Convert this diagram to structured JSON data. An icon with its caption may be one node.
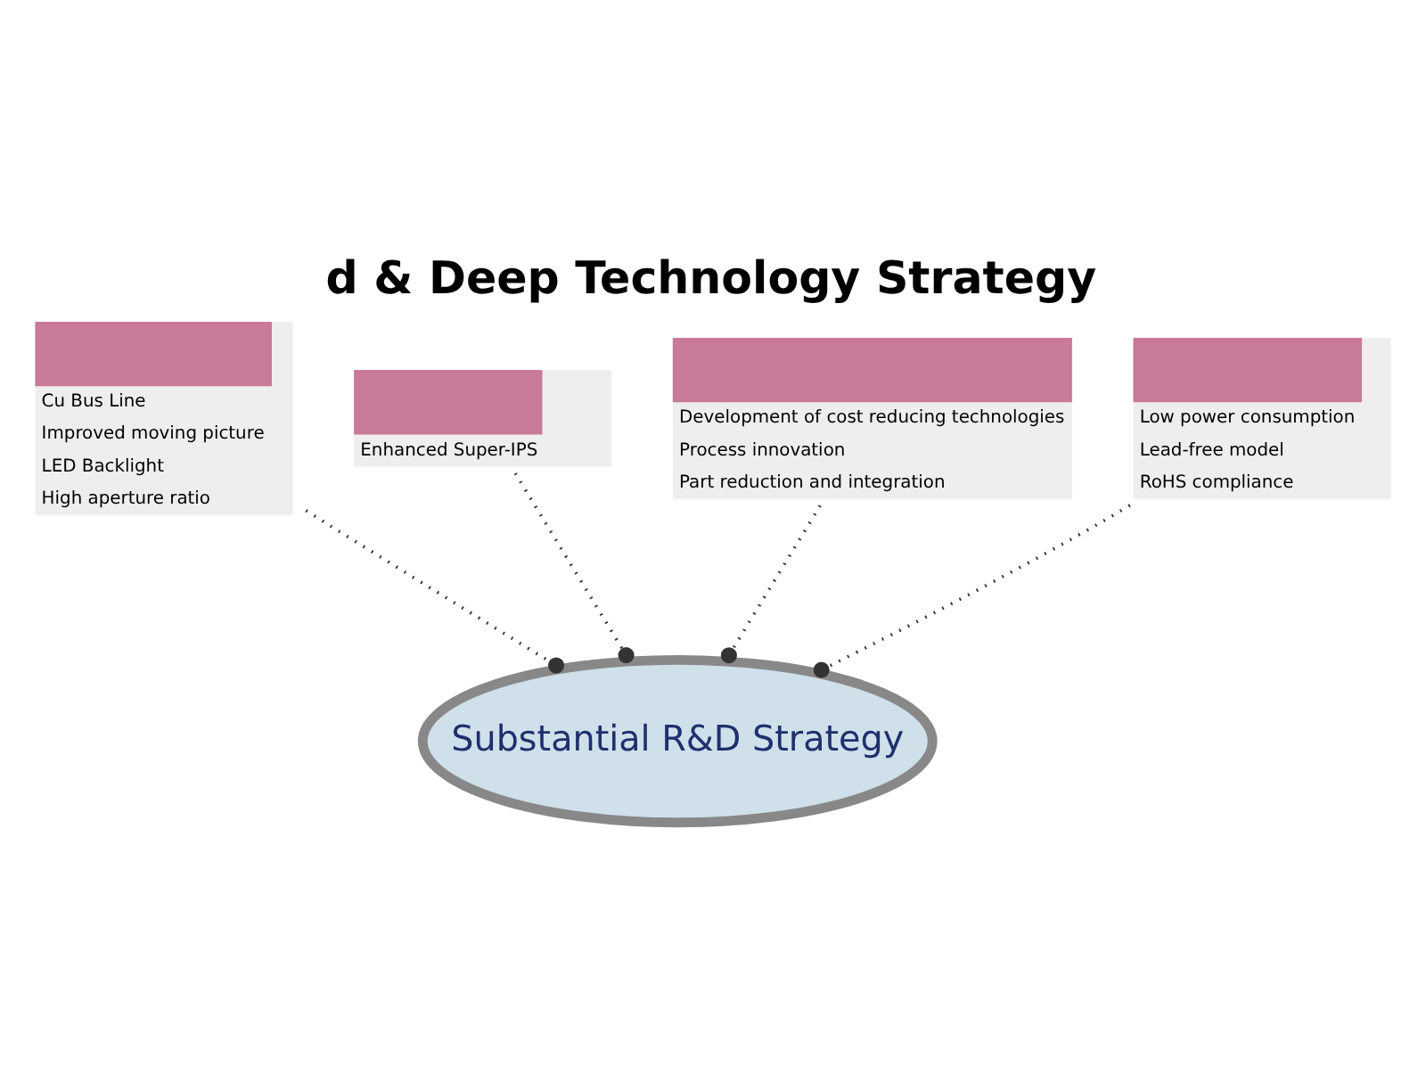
{
  "diagram": {
    "title": "d & Deep Technology Strategy",
    "nodes": [
      {
        "text": [
          "Cu Bus Line",
          "Improved moving picture",
          "LED Backlight",
          "High aperture ratio"
        ]
      },
      {
        "text": [
          "Enhanced Super-IPS"
        ]
      },
      {
        "text": [
          "Development of cost reducing technologies",
          "Process innovation",
          "Part reduction and integration"
        ]
      },
      {
        "text": [
          "Low power consumption",
          "Lead-free model",
          "RoHS compliance"
        ]
      },
      {
        "text": [
          "Substantial R&D Strategy"
        ]
      }
    ],
    "edges": [
      {
        "from": 0,
        "to": 4,
        "arrow": "other",
        "style": "dashed"
      },
      {
        "from": 1,
        "to": 4,
        "arrow": "other",
        "style": "dashed"
      },
      {
        "from": 2,
        "to": 4,
        "arrow": "other",
        "style": "dashed"
      },
      {
        "from": 3,
        "to": 4,
        "arrow": "other",
        "style": "dashed"
      }
    ]
  }
}
